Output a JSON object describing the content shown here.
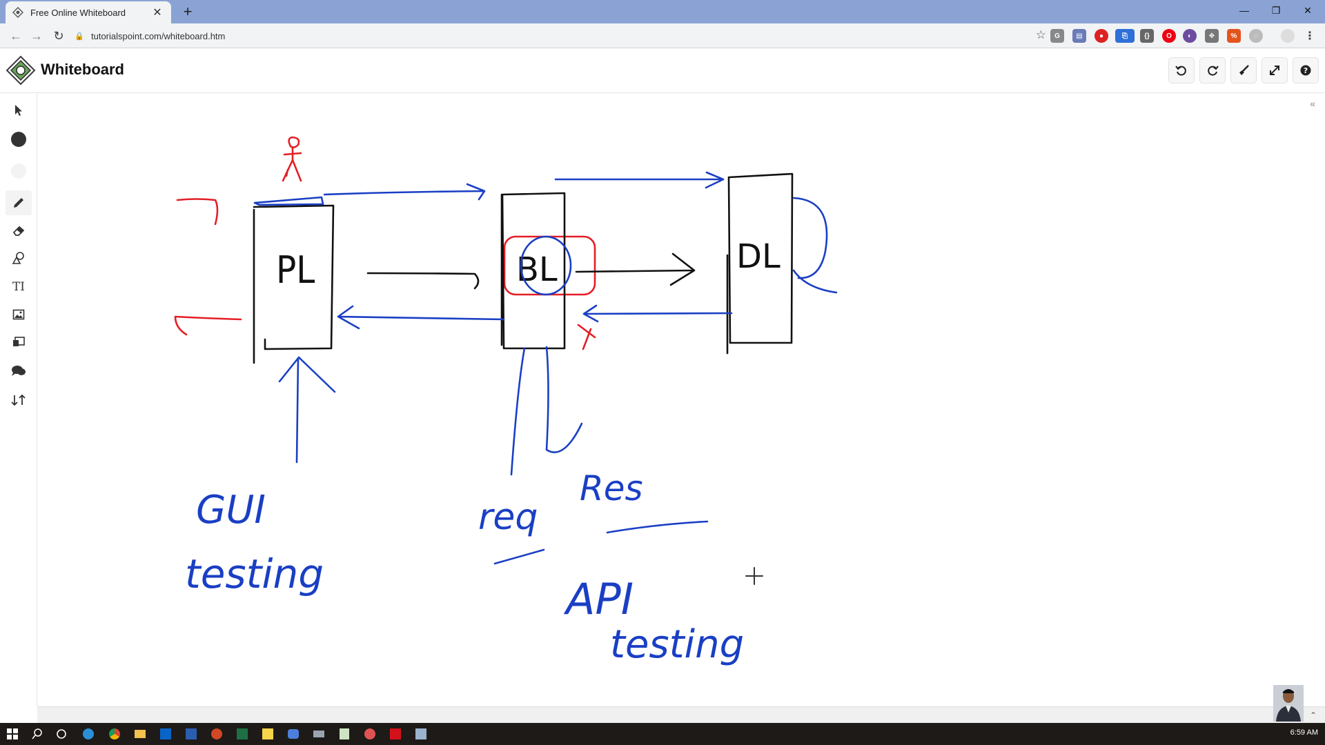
{
  "browser": {
    "tab_title": "Free Online Whiteboard",
    "tab_close": "✕",
    "new_tab": "+",
    "url": "tutorialspoint.com/whiteboard.htm",
    "window_minimize": "—",
    "window_restore": "❐",
    "window_close": "✕"
  },
  "app": {
    "title": "Whiteboard",
    "header_buttons": [
      "undo-icon",
      "redo-icon",
      "broom-icon",
      "expand-icon",
      "help-icon"
    ]
  },
  "toolbar": {
    "tools": [
      "pointer-icon",
      "dot-icon",
      "blank-icon",
      "pencil-icon",
      "eraser-icon",
      "shapes-icon",
      "text-icon",
      "image-icon",
      "image-stack-icon",
      "comment-icon",
      "sort-icon"
    ],
    "text_tool_label": "TI"
  },
  "palette": {
    "colors": [
      "#1f4fd6",
      "#000000",
      "#ff1111",
      "#0b6b2b",
      "#ffc21c",
      "#ffffff",
      "#1446d9"
    ],
    "size_value": "3"
  },
  "whiteboard": {
    "box_labels": [
      "PL",
      "BL",
      "DL"
    ],
    "annotations": [
      "GUI",
      "testing",
      "req",
      "Res",
      "API",
      "testing"
    ],
    "stroke_colors": {
      "blue": "#1a3fc4",
      "red": "#e41e26",
      "black": "#111111"
    }
  },
  "taskbar": {
    "time": "6:59 AM"
  }
}
